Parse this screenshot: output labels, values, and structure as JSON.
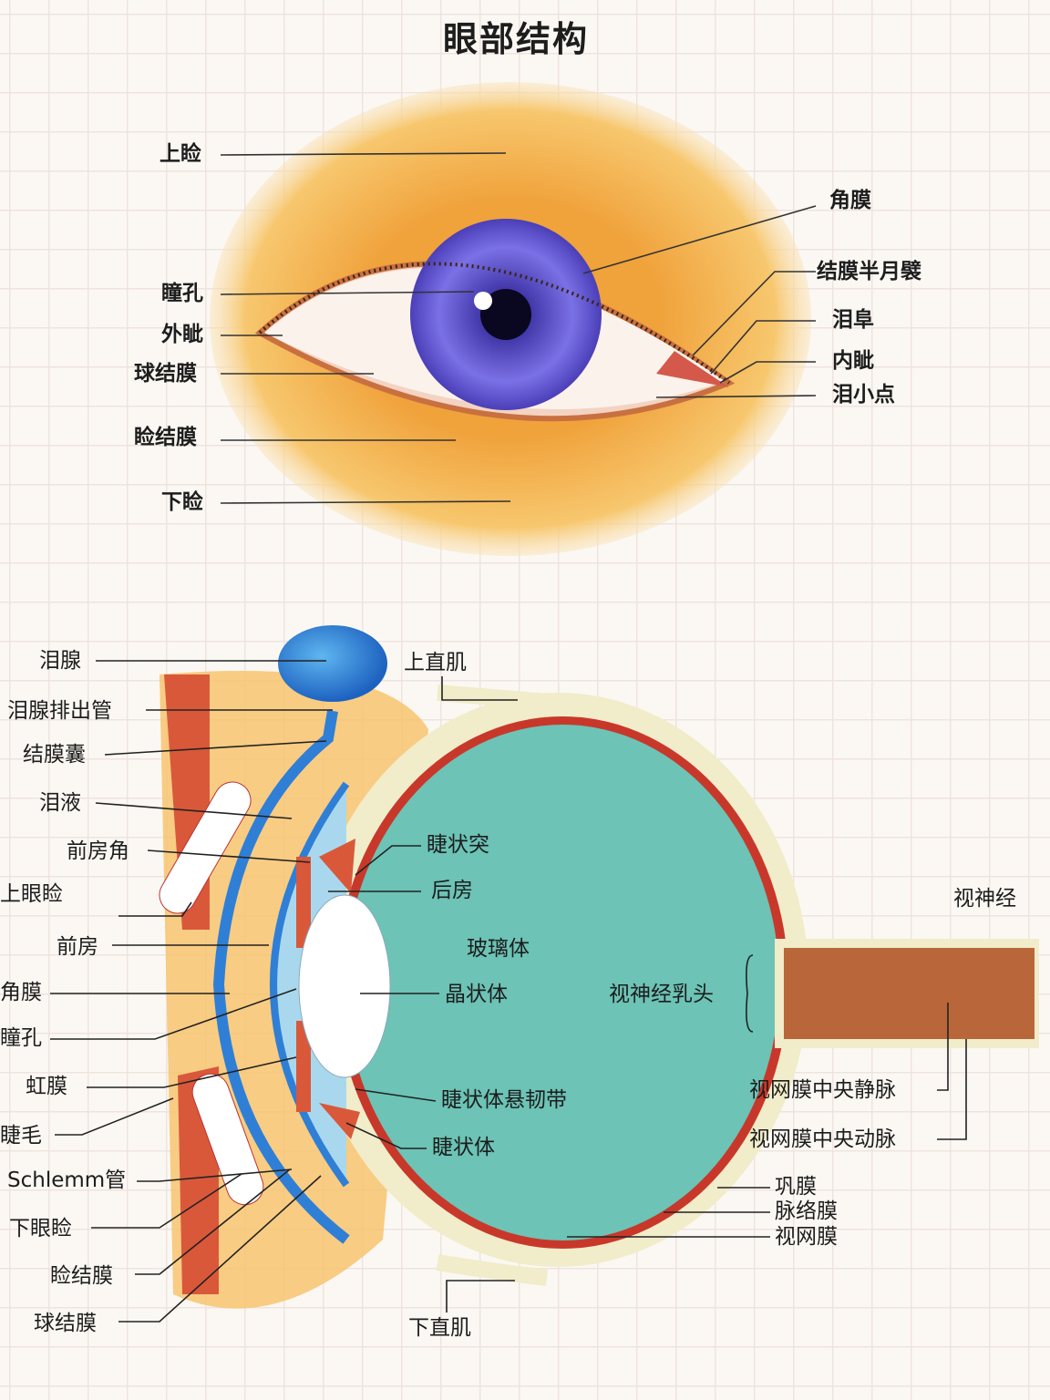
{
  "title": "眼部结构",
  "external_eye": {
    "labels": [
      "上睑",
      "角膜",
      "瞳孔",
      "结膜半月襞",
      "外眦",
      "泪阜",
      "球结膜",
      "内眦",
      "泪小点",
      "睑结膜",
      "下睑"
    ]
  },
  "cross_section": {
    "labels": [
      "泪腺",
      "上直肌",
      "泪腺排出管",
      "结膜囊",
      "泪液",
      "前房角",
      "睫状突",
      "后房",
      "上眼睑",
      "视神经",
      "玻璃体",
      "前房",
      "角膜",
      "晶状体",
      "视神经乳头",
      "瞳孔",
      "虹膜",
      "睫状体悬韧带",
      "视网膜中央静脉",
      "睫毛",
      "睫状体",
      "视网膜中央动脉",
      "Schlemm管",
      "巩膜",
      "脉络膜",
      "视网膜",
      "下眼睑",
      "睑结膜",
      "下直肌",
      "球结膜"
    ]
  },
  "colors": {
    "skin": "#f2a94a",
    "iris": "#6a5fd8",
    "vitreous": "#6cc3b6",
    "retina": "#c8382a",
    "sclera": "#f1ecc9",
    "lacrimal": "#2f7fd6"
  }
}
